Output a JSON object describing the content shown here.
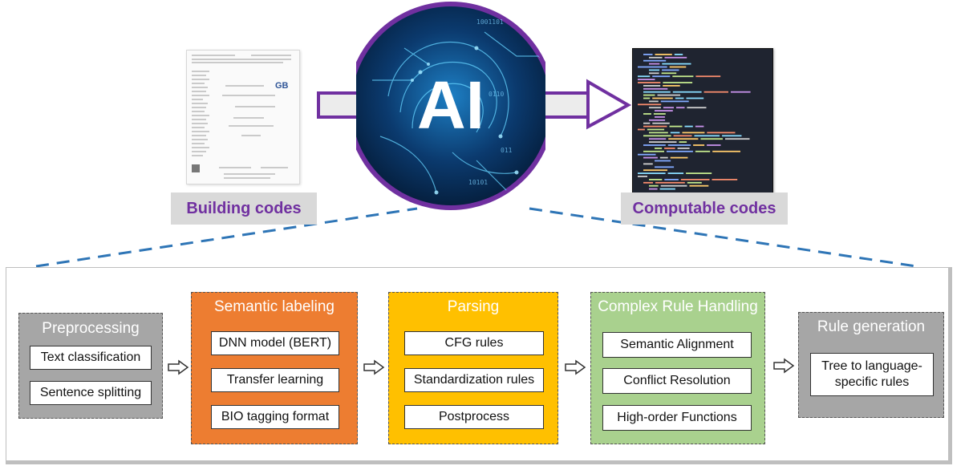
{
  "top": {
    "source_label": "Building codes",
    "target_label": "Computable codes",
    "center_text": "AI",
    "document_thumbnail": {
      "badge": "GB"
    }
  },
  "pipeline": {
    "stages": [
      {
        "title": "Preprocessing",
        "items": [
          "Text classification",
          "Sentence splitting"
        ]
      },
      {
        "title": "Semantic labeling",
        "items": [
          "DNN model (BERT)",
          "Transfer learning",
          "BIO tagging format"
        ]
      },
      {
        "title": "Parsing",
        "items": [
          "CFG rules",
          "Standardization rules",
          "Postprocess"
        ]
      },
      {
        "title": "Complex Rule Handling",
        "items": [
          "Semantic Alignment",
          "Conflict Resolution",
          "High-order Functions"
        ]
      },
      {
        "title": "Rule generation",
        "items": [
          "Tree to language-specific rules"
        ]
      }
    ],
    "arrow_icon": "hollow-right-arrow-icon"
  },
  "colors": {
    "accent_purple": "#7030a0",
    "preprocessing_fill": "#a6a6a6",
    "semantic_fill": "#ed7d31",
    "parsing_fill": "#ffc000",
    "complex_fill": "#a9d18e",
    "rulegen_fill": "#a6a6a6",
    "connector_blue": "#2e75b6"
  }
}
